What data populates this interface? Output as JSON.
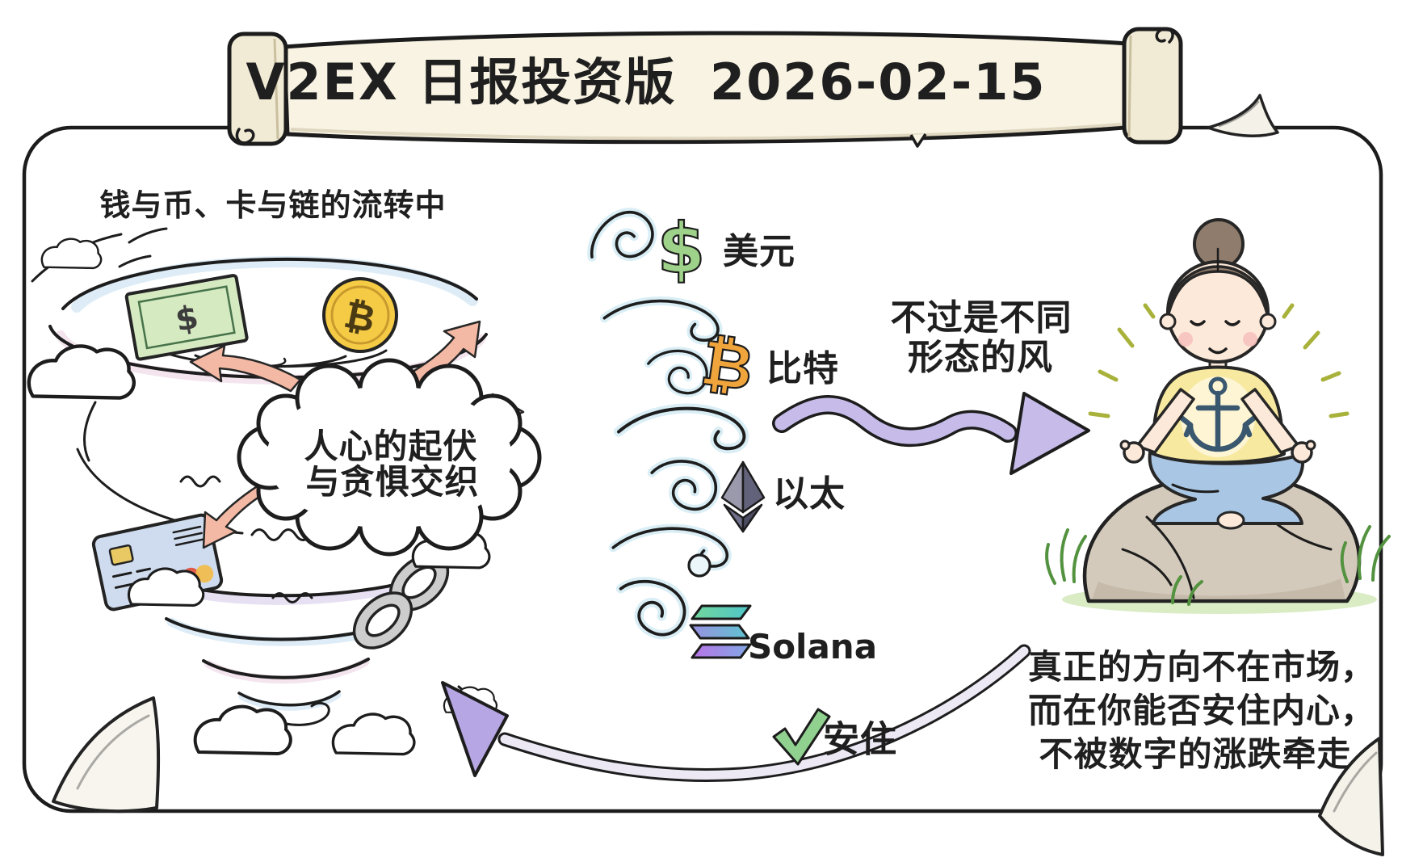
{
  "banner": {
    "title": "V2EX 日报投资版",
    "date": "2026-02-15"
  },
  "left_scene": {
    "caption": "钱与币、卡与链的流转中",
    "cloud_line1": "人心的起伏",
    "cloud_line2": "与贪惧交织"
  },
  "wind_column": {
    "items": [
      {
        "icon": "dollar-sign",
        "symbol": "$",
        "label": "美元"
      },
      {
        "icon": "bitcoin-sign",
        "symbol": "₿",
        "label": "比特"
      },
      {
        "icon": "ethereum-diamond",
        "symbol": "",
        "label": "以太"
      },
      {
        "icon": "solana-bars",
        "symbol": "",
        "label": "Solana"
      }
    ],
    "note_line1": "不过是不同",
    "note_line2": "形态的风"
  },
  "check": {
    "label": "安住"
  },
  "moral": {
    "line1": "真正的方向不在市场，",
    "line2": "而在你能否安住内心，",
    "line3": "不被数字的涨跌牵走"
  },
  "icons": {
    "bill_symbol": "$",
    "coin_symbol": "₿"
  },
  "colors": {
    "salmon_arrow": "#f4b9a4",
    "purple_arrow": "#c7bce9",
    "dollar_green": "#9ed189",
    "bitcoin_orange": "#f0a43c",
    "check_green": "#90d190",
    "banner_paper": "#f8f3e3",
    "shirt_yellow": "#f7e9a0",
    "jeans_blue": "#a9c6e4",
    "anchor_navy": "#39576f",
    "solana_teal": "#52c4c4",
    "solana_purple": "#b873e6",
    "eth_gray": "#62627a"
  }
}
